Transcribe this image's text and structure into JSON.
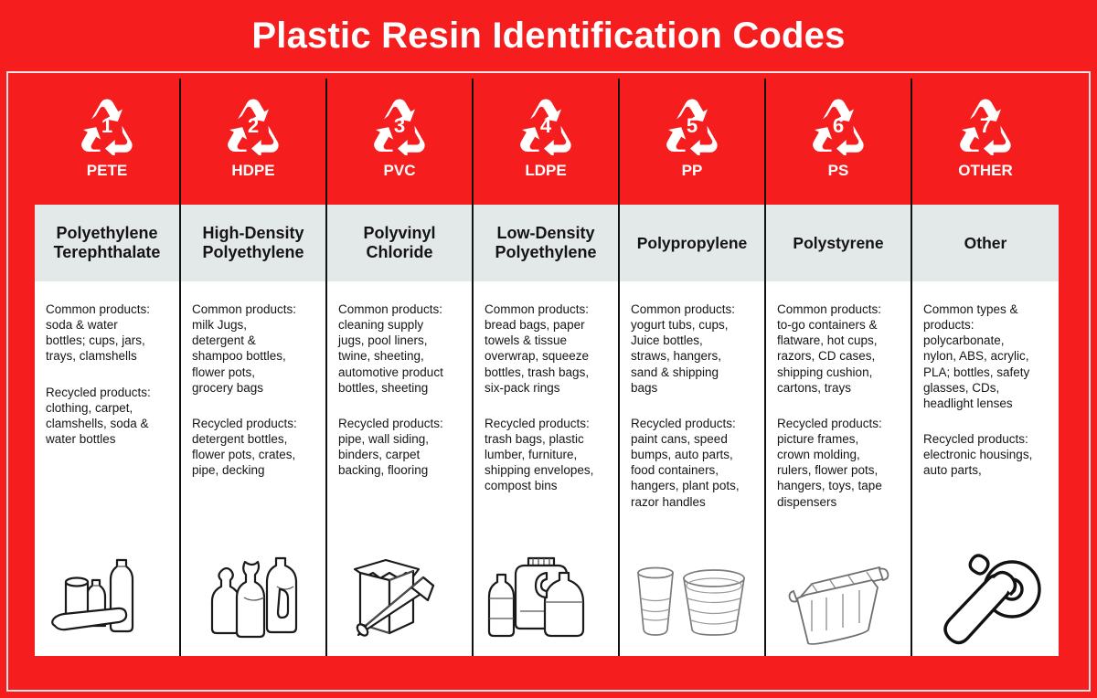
{
  "header": {
    "title": "Plastic Resin Identification Codes"
  },
  "colors": {
    "red": "#F51D1D",
    "band": "#E3E8E8",
    "text": "#151515",
    "white": "#FFFFFF"
  },
  "columns": [
    {
      "code": "1",
      "symbol_icon": "recycling-mobius-icon",
      "abbr": "PETE",
      "name": "Polyethylene\nTerephthalate",
      "common": "Common products:\nsoda & water\nbottles; cups, jars,\ntrays, clamshells",
      "recycled": "Recycled products:\nclothing, carpet,\nclamshells, soda &\nwater bottles",
      "art_icon": "bottles-and-jar-illustration"
    },
    {
      "code": "2",
      "symbol_icon": "recycling-mobius-icon",
      "abbr": "HDPE",
      "name": "High-Density\nPolyethylene",
      "common": "Common products:\nmilk Jugs,\ndetergent &\nshampoo bottles,\nflower pots,\ngrocery bags",
      "recycled": "Recycled products:\ndetergent bottles,\nflower pots, crates,\npipe, decking",
      "art_icon": "milk-jug-and-bottles-illustration"
    },
    {
      "code": "3",
      "symbol_icon": "recycling-mobius-icon",
      "abbr": "PVC",
      "name": "Polyvinyl\nChloride",
      "common": "Common products:\ncleaning supply\njugs, pool liners,\ntwine, sheeting,\nautomotive product\nbottles, sheeting",
      "recycled": "Recycled products:\npipe, wall siding,\nbinders, carpet\nbacking, flooring",
      "art_icon": "sheeting-roll-and-box-illustration"
    },
    {
      "code": "4",
      "symbol_icon": "recycling-mobius-icon",
      "abbr": "LDPE",
      "name": "Low-Density\nPolyethylene",
      "common": "Common products:\nbread bags, paper\ntowels & tissue\noverwrap, squeeze\nbottles, trash bags,\nsix-pack rings",
      "recycled": "Recycled products:\ntrash bags, plastic\nlumber, furniture,\nshipping envelopes,\ncompost bins",
      "art_icon": "squeeze-bottle-and-jug-illustration"
    },
    {
      "code": "5",
      "symbol_icon": "recycling-mobius-icon",
      "abbr": "PP",
      "name": "Polypropylene",
      "common": "Common products:\nyogurt tubs, cups,\nJuice bottles,\nstraws, hangers,\nsand & shipping\nbags",
      "recycled": "Recycled products:\npaint cans, speed\nbumps, auto parts,\nfood containers,\nhangers, plant pots,\nrazor handles",
      "art_icon": "cup-and-tub-illustration"
    },
    {
      "code": "6",
      "symbol_icon": "recycling-mobius-icon",
      "abbr": "PS",
      "name": "Polystyrene",
      "common": "Common products:\nto-go containers &\nflatware, hot cups,\nrazors, CD cases,\nshipping cushion,\ncartons, trays",
      "recycled": "Recycled products:\npicture frames,\ncrown molding,\nrulers, flower pots,\nhangers, toys, tape\ndispensers",
      "art_icon": "clamshell-container-illustration"
    },
    {
      "code": "7",
      "symbol_icon": "recycling-mobius-icon",
      "abbr": "OTHER",
      "name": "Other",
      "common": "Common types &\nproducts:\npolycarbonate,\nnylon, ABS, acrylic,\nPLA; bottles, safety\nglasses, CDs,\n headlight lenses",
      "recycled": "Recycled products:\nelectronic housings,\nauto parts,",
      "art_icon": "spray-can-and-cd-illustration"
    }
  ]
}
